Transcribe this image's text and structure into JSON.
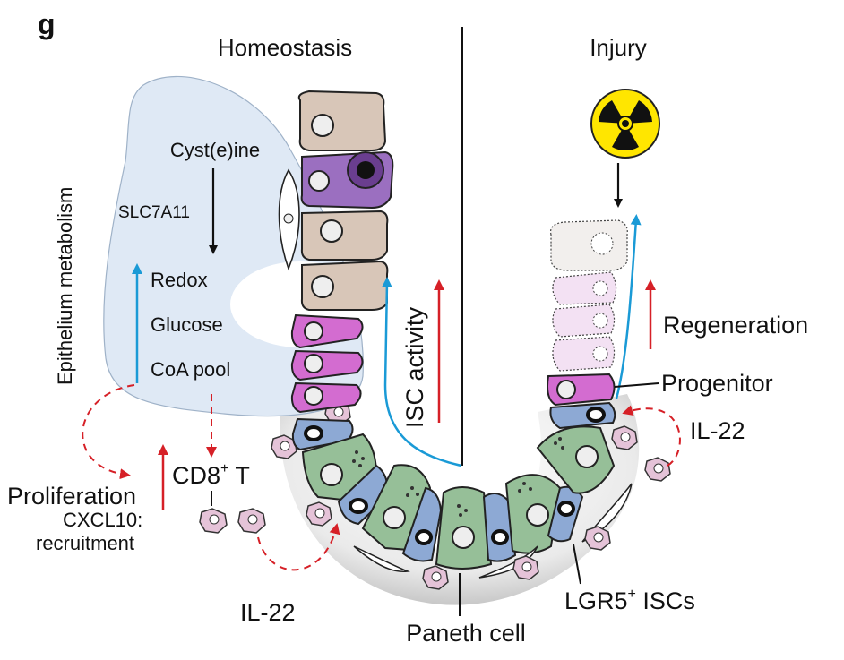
{
  "panel_letter": "g",
  "headers": {
    "homeostasis": "Homeostasis",
    "injury": "Injury"
  },
  "left_labels": {
    "epithelium_metabolism": "Epithelium metabolism",
    "cysteine": "Cyst(e)ine",
    "slc7a11": "SLC7A11",
    "redox": "Redox",
    "glucose": "Glucose",
    "coa_pool": "CoA pool",
    "cd8": "CD8",
    "cd8_sup": "+",
    "cd8_suffix": " T",
    "proliferation": "Proliferation",
    "cxcl10": "CXCL10:",
    "recruitment": "recruitment",
    "il22_bottom": "IL-22"
  },
  "center_labels": {
    "isc_activity": "ISC activity",
    "paneth_cell": "Paneth cell",
    "lgr5": "LGR5",
    "lgr5_sup": "+",
    "lgr5_suffix": " ISCs"
  },
  "right_labels": {
    "regeneration": "Regeneration",
    "progenitor": "Progenitor",
    "il22_right": "IL-22"
  },
  "colors": {
    "blue_arrow": "#1a9ad6",
    "red_arrow": "#d62027",
    "metabolism_bg": "#dfe9f5",
    "crypt_shadow": "#bfbfbf",
    "enterocyte": "#d8c6b8",
    "secretory_purple": "#9b6fc0",
    "progenitor_pink": "#d36cd0",
    "stem_blue": "#8da9d4",
    "paneth_green": "#96bf98",
    "immune_pink": "#e5c3d8",
    "radiation_yellow": "#ffe600"
  },
  "icons": [
    "radiation-hazard-icon"
  ]
}
